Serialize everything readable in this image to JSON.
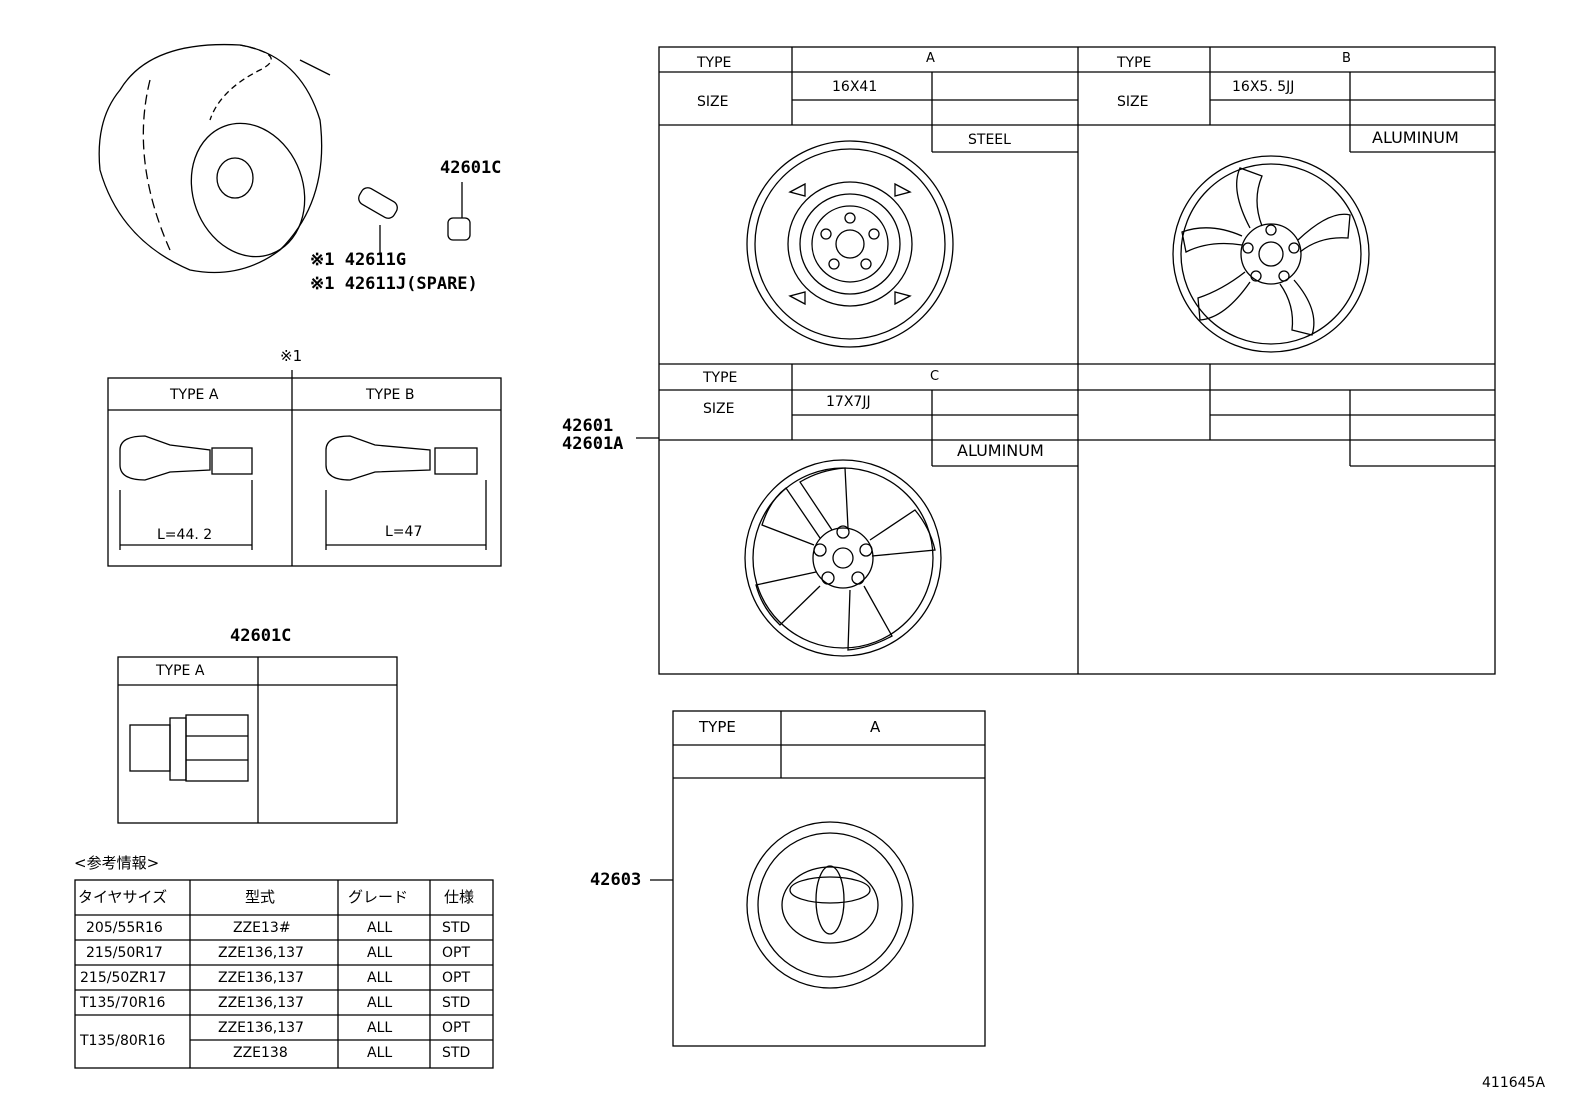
{
  "parts": {
    "hub_nut_c": "42601C",
    "valve_g": "※1 42611G",
    "valve_j": "※1 42611J(SPARE)",
    "wheel_a": "42601",
    "wheel_b": "42601A",
    "ornament": "42603",
    "note_marker": "※1",
    "nut_detail": "42601C"
  },
  "valve_table": {
    "col_a": "TYPE A",
    "col_b": "TYPE B",
    "len_a": "L=44. 2",
    "len_b": "L=47"
  },
  "nut_table": {
    "col_a": "TYPE A"
  },
  "wheels": {
    "type_label": "TYPE",
    "size_label": "SIZE",
    "a": {
      "type": "A",
      "size": "16X41",
      "material": "STEEL"
    },
    "b": {
      "type": "B",
      "size": "16X5. 5JJ",
      "material": "ALUMINUM"
    },
    "c": {
      "type": "C",
      "size": "17X7JJ",
      "material": "ALUMINUM"
    }
  },
  "ornament_table": {
    "type_label": "TYPE",
    "type": "A"
  },
  "reference": {
    "title": "<参考情報>",
    "headers": [
      "タイヤサイズ",
      "型式",
      "グレード",
      "仕様"
    ],
    "rows": [
      [
        "205/55R16",
        "ZZE13#",
        "ALL",
        "STD"
      ],
      [
        "215/50R17",
        "ZZE136,137",
        "ALL",
        "OPT"
      ],
      [
        "215/50ZR17",
        "ZZE136,137",
        "ALL",
        "OPT"
      ],
      [
        "T135/70R16",
        "ZZE136,137",
        "ALL",
        "STD"
      ],
      [
        "T135/80R16",
        "ZZE136,137",
        "ALL",
        "OPT"
      ],
      [
        "",
        "ZZE138",
        "ALL",
        "STD"
      ]
    ]
  },
  "diagram_id": "411645A"
}
